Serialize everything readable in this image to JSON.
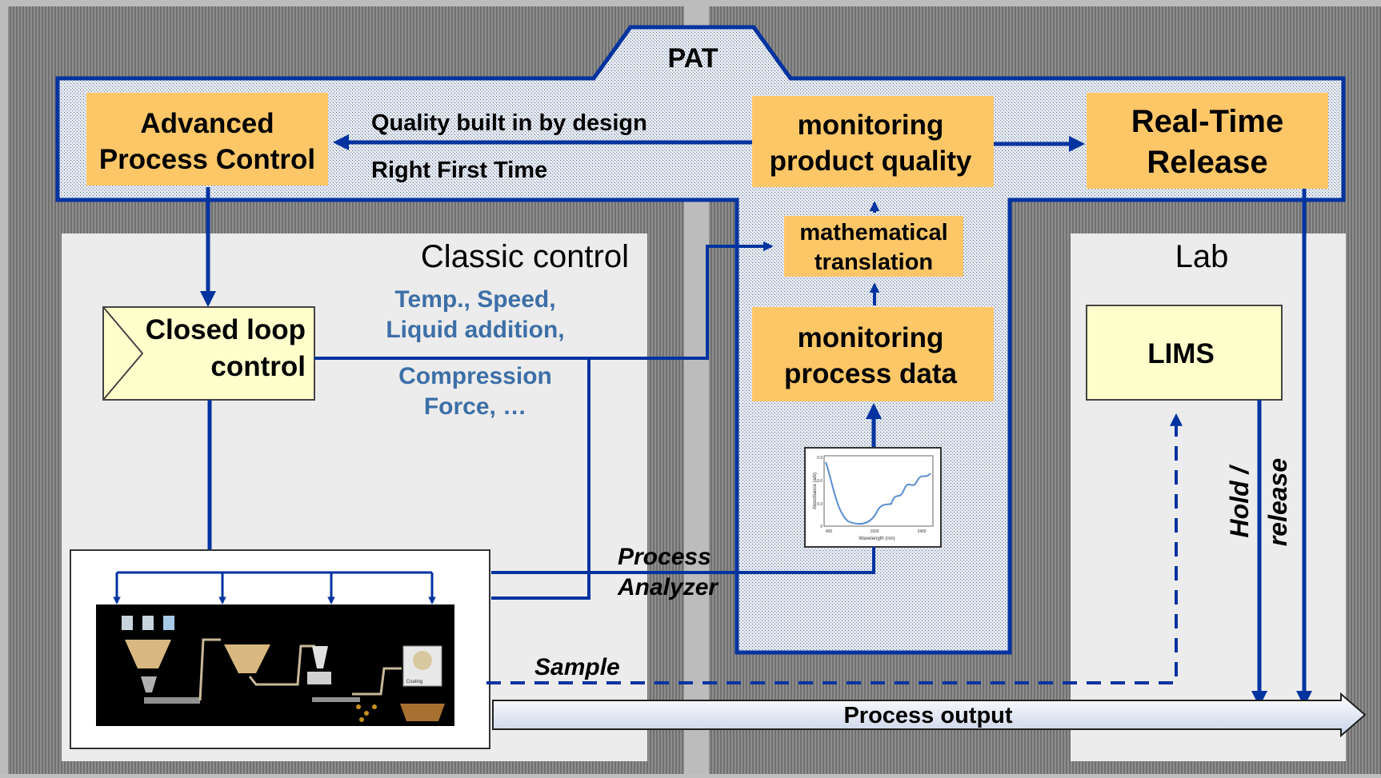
{
  "pat": {
    "tab_label": "PAT",
    "advanced_process_control": [
      "Advanced",
      "Process Control"
    ],
    "quality_by_design": "Quality built in by design",
    "right_first_time": "Right First Time",
    "monitoring_product_quality": [
      "monitoring",
      "product quality"
    ],
    "real_time_release": [
      "Real-Time",
      "Release"
    ],
    "mathematical_translation": [
      "mathematical",
      "translation"
    ],
    "monitoring_process_data": [
      "monitoring",
      "process data"
    ]
  },
  "classic": {
    "title": "Classic control",
    "closed_loop": [
      "Closed loop",
      "control"
    ],
    "params": [
      "Temp., Speed,",
      "Liquid addition,",
      "Compression",
      "Force, …"
    ]
  },
  "lab": {
    "title": "Lab",
    "lims": "LIMS",
    "hold_release": [
      "Hold /",
      "release"
    ]
  },
  "flow": {
    "process_analyzer": [
      "Process",
      "Analyzer"
    ],
    "sample": "Sample",
    "process_output": "Process output"
  },
  "spectrum": {
    "xlabel": "Wavelength (nm)",
    "ylabel": "Absorbance (arb)",
    "xticks": [
      "400",
      "1600",
      "2400"
    ],
    "yticks": [
      "0.9",
      "0.6",
      "0.3",
      "0"
    ]
  },
  "plant": {
    "coating_label": "Coating"
  },
  "colors": {
    "box_fill": "#fdc768",
    "lims_fill": "#ffffcc",
    "arrow_blue": "#0033a0",
    "param_text": "#3d6fa7",
    "panel_light": "#ececec"
  }
}
